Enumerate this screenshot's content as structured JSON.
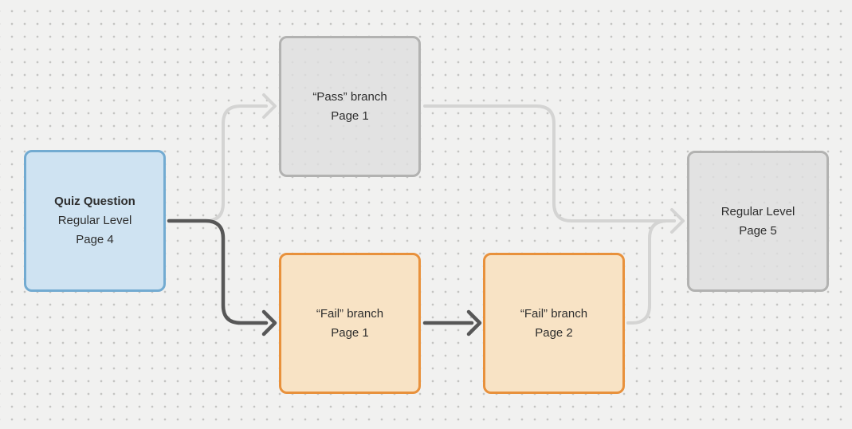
{
  "theme": {
    "canvas_bg": "#f1f1f0",
    "dot_color": "#c4c4c2",
    "text_color": "#2e2e2e",
    "blue_fill": "#cfe3f2",
    "blue_border": "#73abd1",
    "gray_fill": "rgba(223,223,222,0.80)",
    "gray_border": "#b2b2b1",
    "orange_fill": "#f8e3c5",
    "orange_border": "#e8913c",
    "dark_connector": "#575757",
    "light_connector": "#d4d4d3"
  },
  "diagram": {
    "nodes": {
      "quiz": {
        "lines": [
          "Quiz Question",
          "Regular Level",
          "Page 4"
        ]
      },
      "pass1": {
        "lines": [
          "“Pass” branch",
          "Page 1"
        ]
      },
      "fail1": {
        "lines": [
          "“Fail” branch",
          "Page 1"
        ]
      },
      "fail2": {
        "lines": [
          "“Fail” branch",
          "Page 2"
        ]
      },
      "page5": {
        "lines": [
          "Regular Level",
          "Page 5"
        ]
      }
    },
    "connectors": [
      {
        "id": "quiz-to-pass1",
        "from": "quiz",
        "to": "pass1",
        "style": "light"
      },
      {
        "id": "quiz-to-fail1",
        "from": "quiz",
        "to": "fail1",
        "style": "dark"
      },
      {
        "id": "fail1-to-fail2",
        "from": "fail1",
        "to": "fail2",
        "style": "dark"
      },
      {
        "id": "pass1-to-page5",
        "from": "pass1",
        "to": "page5",
        "style": "light"
      },
      {
        "id": "fail2-to-page5",
        "from": "fail2",
        "to": "page5",
        "style": "light"
      }
    ]
  }
}
